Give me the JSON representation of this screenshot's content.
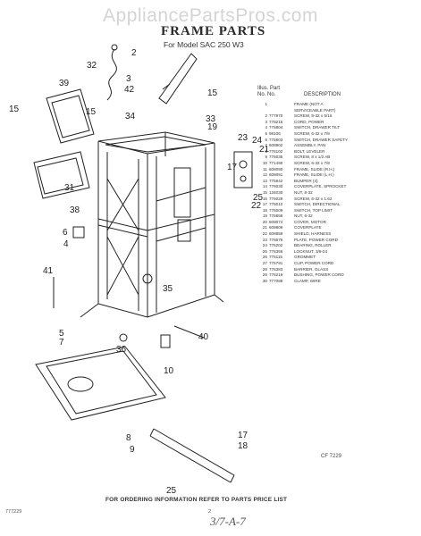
{
  "watermark": "AppliancePartsPros.com",
  "title": "FRAME PARTS",
  "subtitle": "For Model SAC 250 W3",
  "parts_header": {
    "illus": "Illus.",
    "no": "No.",
    "part": "Part",
    "partno": "No.",
    "description": "DESCRIPTION"
  },
  "parts": [
    [
      "1",
      "",
      "FRAME (NOT A"
    ],
    [
      "",
      "",
      "SERVICEABLE PART)"
    ],
    [
      "2",
      "777970",
      "SCREW, 8-32 x 5/16"
    ],
    [
      "3",
      "778216",
      "CORD, POWER"
    ],
    [
      "4",
      "775804",
      "SWITCH, DRAWER TILT"
    ],
    [
      "5",
      "98106",
      "SCREW, 6-32 x 7/8"
    ],
    [
      "6",
      "775803",
      "SWITCH, DRAWER SAFETY"
    ],
    [
      "7",
      "608902",
      "ASSEMBLY, PAN"
    ],
    [
      "8",
      "776102",
      "BOLT, LEVELER"
    ],
    [
      "9",
      "776035",
      "SCREW, 8 x 1/2 AB"
    ],
    [
      "10",
      "771490",
      "SCREW, 6-32 x 7/8"
    ],
    [
      "11",
      "608090",
      "FRAME, SLIDE (R.H.)"
    ],
    [
      "12",
      "608091",
      "FRAME, SLIDE (L.H.)"
    ],
    [
      "13",
      "775842",
      "BUMPER (4)"
    ],
    [
      "14",
      "776030",
      "COVERPLATE, SPROCKET"
    ],
    [
      "15",
      "134030",
      "NUT, 8-32"
    ],
    [
      "16",
      "776029",
      "SCREW, 6-32 x 1.62"
    ],
    [
      "17",
      "776010",
      "SWITCH, DIRECTIONAL"
    ],
    [
      "18",
      "776009",
      "SWITCH, TOP LIMIT"
    ],
    [
      "19",
      "776858",
      "NUT, 6-32"
    ],
    [
      "20",
      "608074",
      "COVER, MOTOR"
    ],
    [
      "21",
      "608809",
      "COVERPLATE"
    ],
    [
      "22",
      "608859",
      "SHIELD, HARNESS"
    ],
    [
      "23",
      "776676",
      "PLATE, POWER CORD"
    ],
    [
      "24",
      "776202",
      "BEARING, ROLLER"
    ],
    [
      "25",
      "776356",
      "LOCKNUT, 3/8-24"
    ],
    [
      "26",
      "776115",
      "GROMMET"
    ],
    [
      "27",
      "775791",
      "CLIP, POWER CORD"
    ],
    [
      "28",
      "776383",
      "BARRIER, GLASS"
    ],
    [
      "29",
      "776219",
      "BUSHING, POWER CORD"
    ],
    [
      "30",
      "777088",
      "CLAMP, WIRE"
    ]
  ],
  "callouts": {
    "c2": "2",
    "c32": "32",
    "c39": "39",
    "c3": "3",
    "c42": "42",
    "c34": "34",
    "c15a": "15",
    "c15b": "15",
    "c15c": "15",
    "c33": "33",
    "c19": "19",
    "c23": "23",
    "c24": "24",
    "c21": "21",
    "c17a": "17",
    "c25a": "25",
    "c22": "22",
    "c31": "31",
    "c38": "38",
    "c6": "6",
    "c4": "4",
    "c41": "41",
    "c35": "35",
    "c5": "5",
    "c7": "7",
    "c36": "36",
    "c40": "40",
    "c10": "10",
    "c8": "8",
    "c9": "9",
    "c17b": "17",
    "c18": "18",
    "c25b": "25"
  },
  "cf_code": "CF 7229",
  "footer_note": "FOR ORDERING INFORMATION REFER TO PARTS PRICE LIST",
  "doc_code": "777229",
  "page_no": "2",
  "handwritten": "3/7-A-7"
}
